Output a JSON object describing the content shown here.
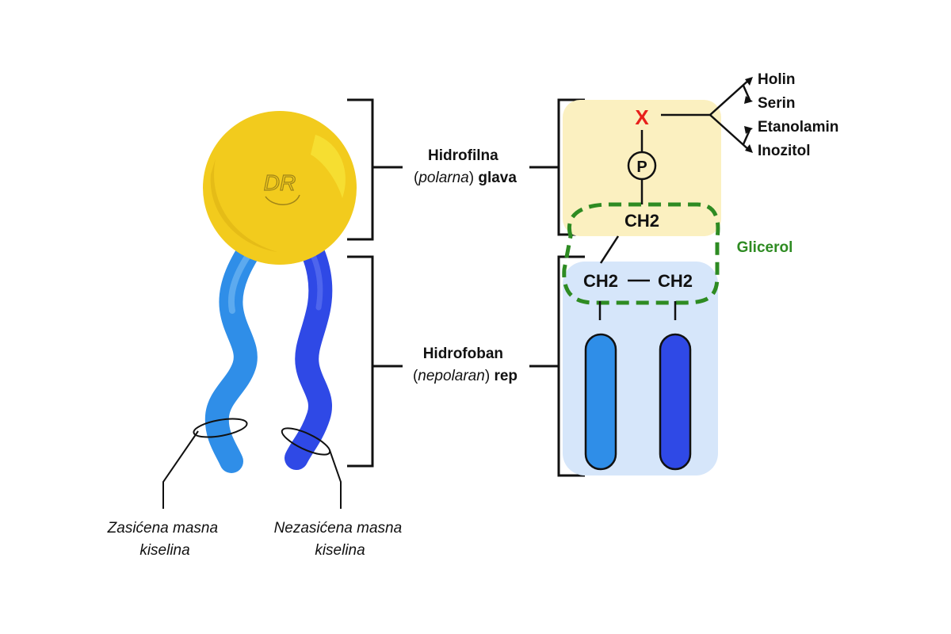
{
  "head_label": {
    "line1": "Hidrofilna",
    "paren_open": "(",
    "paren_word": "polarna",
    "paren_close": ")",
    "word": "glava"
  },
  "tail_label": {
    "line1": "Hidrofoban",
    "paren_open": "(",
    "paren_word": "nepolaran",
    "paren_close": ")",
    "word": "rep"
  },
  "fatty_acids": {
    "saturated": [
      "Zasićena masna",
      "kiselina"
    ],
    "unsaturated": [
      "Nezasićena masna",
      "kiselina"
    ]
  },
  "structure": {
    "x_group": "X",
    "phosphate": "P",
    "ch2_top": "CH2",
    "ch2_left": "CH2",
    "ch2_right": "CH2",
    "glycerol": "Glicerol"
  },
  "x_options": [
    "Holin",
    "Serin",
    "Etanolamin",
    "Inozitol"
  ],
  "logo_text": "DR",
  "colors": {
    "head_yellow": "#f2cb1d",
    "head_box": "#fbf0c0",
    "tail_box": "#d6e6fa",
    "saturated_blue": "#2f8ee8",
    "unsaturated_blue": "#2f49e6",
    "glycerol_green": "#2e8b22",
    "x_red": "#e8201c"
  }
}
